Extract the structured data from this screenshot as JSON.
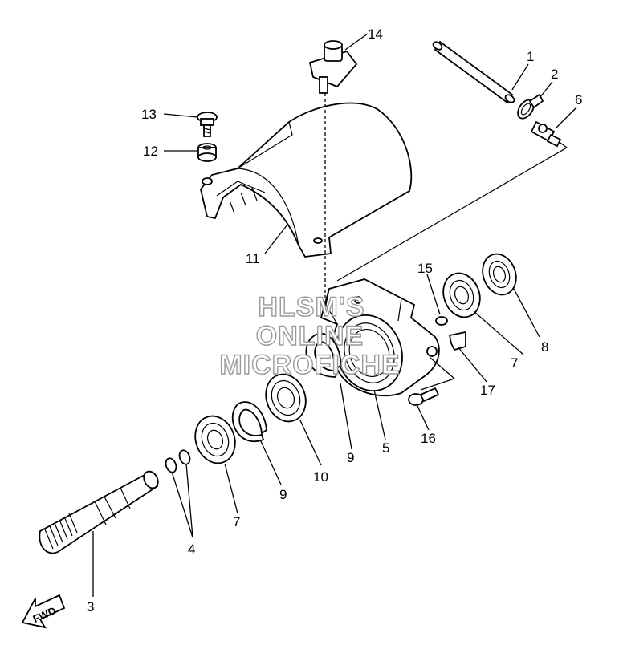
{
  "watermark": {
    "line1": "HLSM'S",
    "line2": "ONLINE",
    "line3": "MICROFICHE"
  },
  "fwd_label": "FWD",
  "callouts": [
    {
      "id": "c1",
      "label": "1"
    },
    {
      "id": "c2",
      "label": "2"
    },
    {
      "id": "c6",
      "label": "6"
    },
    {
      "id": "c14",
      "label": "14"
    },
    {
      "id": "c13",
      "label": "13"
    },
    {
      "id": "c12",
      "label": "12"
    },
    {
      "id": "c11",
      "label": "11"
    },
    {
      "id": "c15",
      "label": "15"
    },
    {
      "id": "c8",
      "label": "8"
    },
    {
      "id": "c7a",
      "label": "7"
    },
    {
      "id": "c17",
      "label": "17"
    },
    {
      "id": "c16",
      "label": "16"
    },
    {
      "id": "c5",
      "label": "5"
    },
    {
      "id": "c9a",
      "label": "9"
    },
    {
      "id": "c10",
      "label": "10"
    },
    {
      "id": "c9b",
      "label": "9"
    },
    {
      "id": "c7b",
      "label": "7"
    },
    {
      "id": "c4",
      "label": "4"
    },
    {
      "id": "c3",
      "label": "3"
    }
  ]
}
